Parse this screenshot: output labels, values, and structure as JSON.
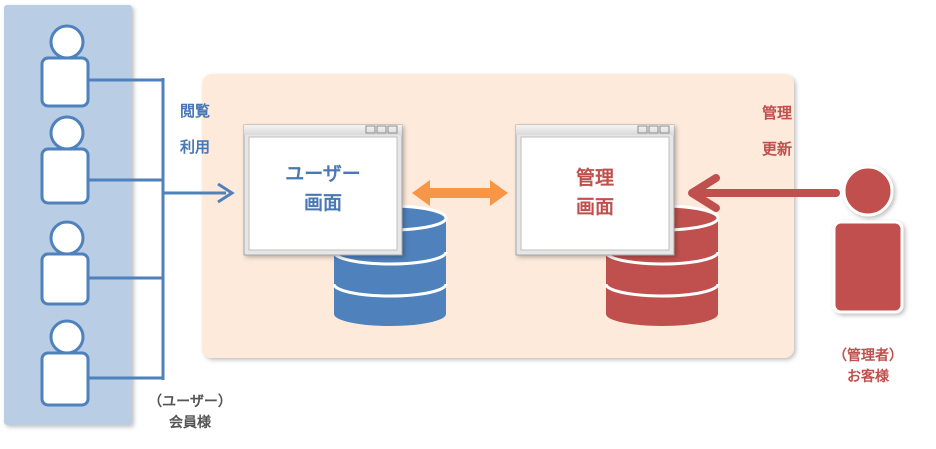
{
  "users_panel": {
    "caption_line1": "（ユーザー）",
    "caption_line2": "会員様",
    "access_line1": "閲覧",
    "access_line2": "利用"
  },
  "user_screen": {
    "title_line1": "ユーザー",
    "title_line2": "画面"
  },
  "admin_screen": {
    "title_line1": "管理",
    "title_line2": "画面"
  },
  "admin": {
    "action_line1": "管理",
    "action_line2": "更新",
    "caption_line1": "（管理者）",
    "caption_line2": "お客様"
  },
  "colors": {
    "user_blue": "#4f81bd",
    "admin_red": "#c0504d",
    "sync_orange": "#f79646",
    "panel_blue": "#b9cde5",
    "system_area": "#fdeadb"
  }
}
